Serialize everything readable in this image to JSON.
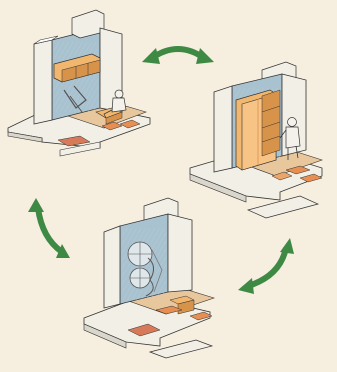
{
  "colors": {
    "background": "#f6eedf",
    "arrow": "#3e8a45",
    "arrow_shadow": "#2c6a33",
    "floor": "#e9c79d",
    "wall_blue": "#a9c2cf",
    "wall_white": "#f2efe6",
    "wall_side": "#d9d6cc",
    "wood": "#f2b76e",
    "wood_dark": "#d8934b",
    "cushion": "#e78e52",
    "rug": "#d77a5a",
    "outline": "#333333",
    "figure": "#f4f1ea"
  },
  "scenes": [
    {
      "id": "scene-top-left",
      "furniture": "wall-shelf-unit",
      "figure": "seated-person"
    },
    {
      "id": "scene-right",
      "furniture": "folding-wardrobe",
      "figure": "standing-person"
    },
    {
      "id": "scene-bottom",
      "furniture": "folded-wall-bed",
      "figure": "none"
    }
  ],
  "cycle_arrows": [
    {
      "id": "arrow-top",
      "icon": "double-headed-curved-arrow"
    },
    {
      "id": "arrow-lower-right",
      "icon": "double-headed-curved-arrow"
    },
    {
      "id": "arrow-left",
      "icon": "double-headed-curved-arrow"
    }
  ]
}
